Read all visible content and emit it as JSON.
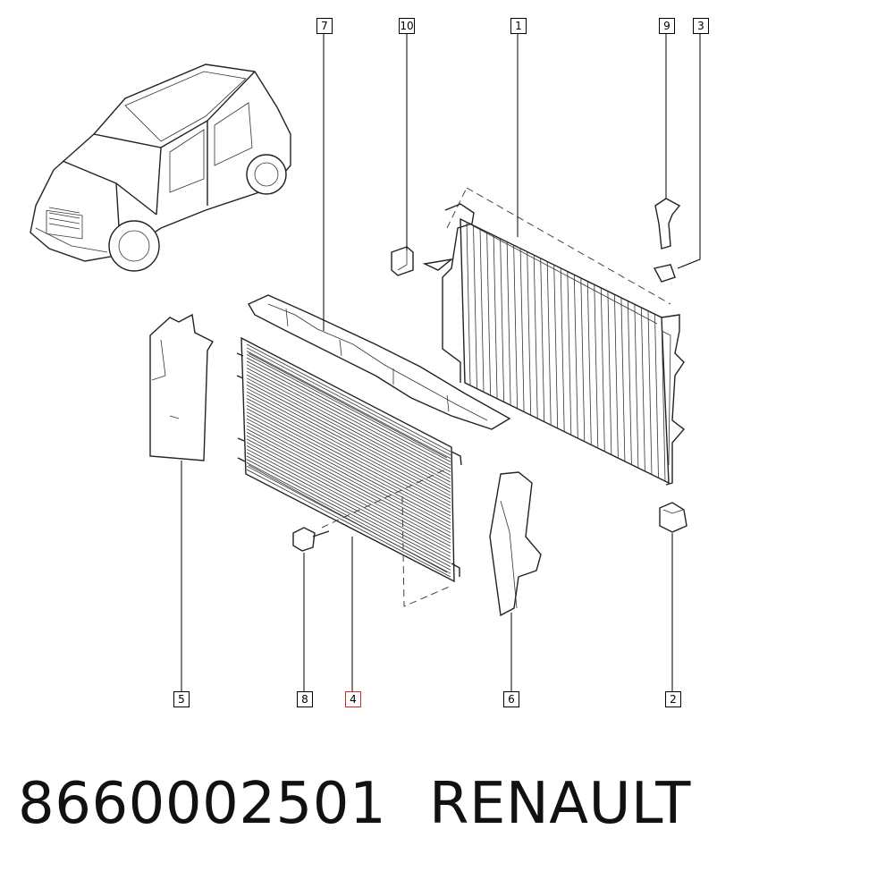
{
  "callouts": {
    "c1": "1",
    "c2": "2",
    "c3": "3",
    "c4": "4",
    "c5": "5",
    "c6": "6",
    "c7": "7",
    "c8": "8",
    "c9": "9",
    "c10": "10"
  },
  "highlighted_callout": "4",
  "footer": {
    "part_number": "8660002501",
    "brand": "RENAULT"
  },
  "colors": {
    "line": "#222222",
    "highlight": "#dd2222",
    "background": "#ffffff"
  }
}
